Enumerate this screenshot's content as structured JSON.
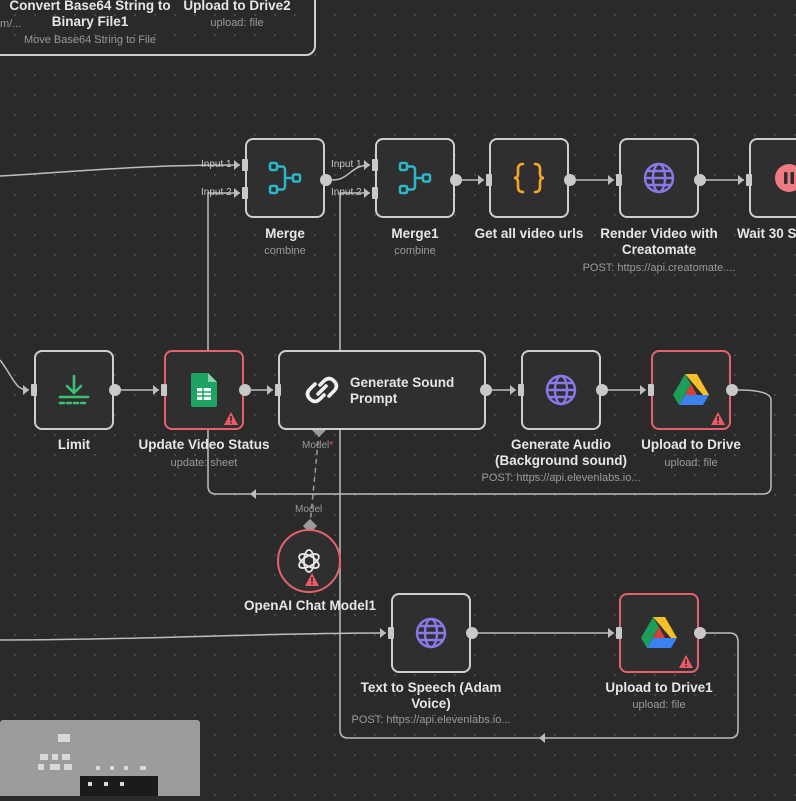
{
  "top_group": {
    "node_a_title": "Convert Base64 String to Binary File1",
    "node_a_subtitle": "Move Base64 String to File",
    "node_a_cut": "m/...",
    "node_b_title": "Upload to Drive2",
    "node_b_subtitle": "upload: file"
  },
  "nodes": {
    "merge": {
      "title": "Merge",
      "subtitle": "combine",
      "input1": "Input 1",
      "input2": "Input 2"
    },
    "merge1": {
      "title": "Merge1",
      "subtitle": "combine",
      "input1": "Input 1",
      "input2": "Input 2"
    },
    "get_urls": {
      "title": "Get all video urls"
    },
    "render_video": {
      "title": "Render Video with Creatomate",
      "subtitle": "POST: https://api.creatomate...."
    },
    "wait": {
      "title": "Wait 30 S"
    },
    "limit": {
      "title": "Limit"
    },
    "update_status": {
      "title": "Update Video Status",
      "subtitle": "update: sheet"
    },
    "gen_prompt": {
      "title": "Generate Sound Prompt",
      "model_label": "Model",
      "required": "*"
    },
    "gen_audio": {
      "title": "Generate Audio (Background sound)",
      "subtitle": "POST: https://api.elevenlabs.io..."
    },
    "upload_drive": {
      "title": "Upload to Drive",
      "subtitle": "upload: file"
    },
    "openai": {
      "title": "OpenAI Chat Model1",
      "model_label": "Model"
    },
    "tts": {
      "title": "Text to Speech (Adam Voice)",
      "subtitle": "POST: https://api.elevenlabs.io..."
    },
    "upload_drive1": {
      "title": "Upload to Drive1",
      "subtitle": "upload: file"
    }
  },
  "icons": {
    "merge": "merge-icon",
    "code": "curly-braces-icon",
    "http": "globe-icon",
    "wait": "pause-icon",
    "limit": "download-icon",
    "sheets": "google-sheets-icon",
    "chain": "link-icon",
    "drive": "google-drive-icon",
    "openai": "openai-icon",
    "warning": "warning-icon"
  },
  "colors": {
    "background": "#2a2a2b",
    "node_border": "#cfcfcf",
    "error_border": "#e5626d",
    "merge_teal": "#2bb7c8",
    "code_orange": "#f2a528",
    "globe_purple": "#8a78e8",
    "limit_green": "#3dbf74",
    "sheets_green": "#1ea362",
    "wait_pink": "#f07a82",
    "warning_red": "#ee5966"
  }
}
